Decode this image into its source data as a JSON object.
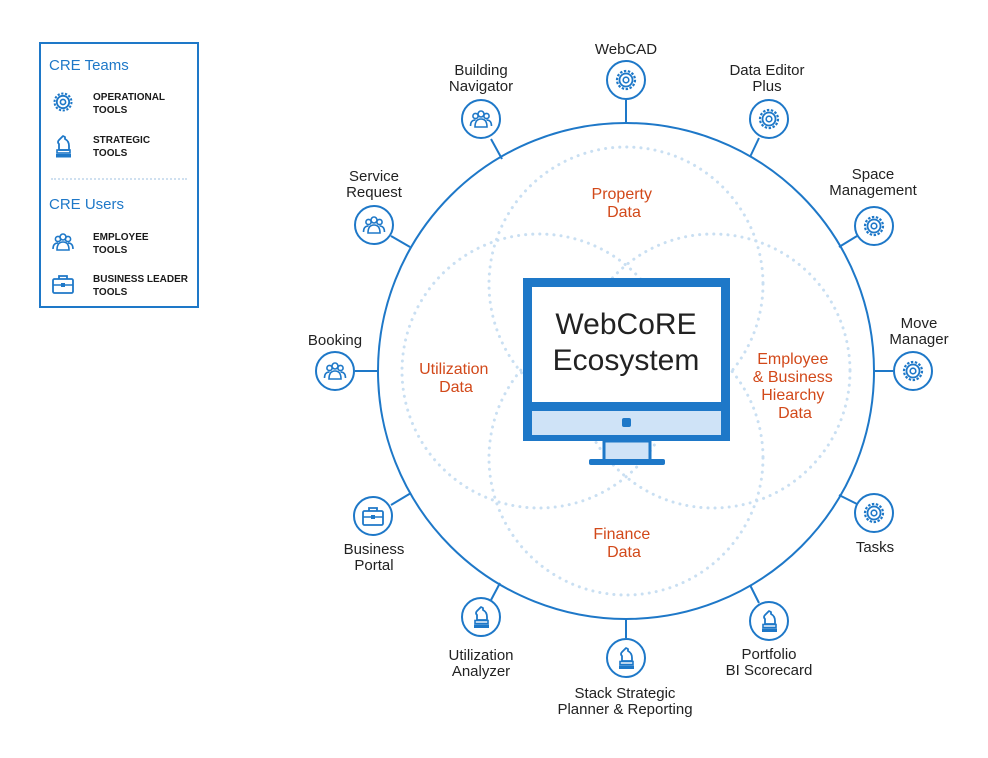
{
  "legend": {
    "teams_title": "CRE Teams",
    "operational_line1": "OPERATIONAL",
    "operational_line2": "TOOLS",
    "strategic_line1": "STRATEGIC",
    "strategic_line2": "TOOLS",
    "users_title": "CRE Users",
    "employee_line1": "EMPLOYEE",
    "employee_line2": "TOOLS",
    "business_line1": "BUSINESS LEADER",
    "business_line2": "TOOLS"
  },
  "center": {
    "line1": "WebCoRE",
    "line2": "Ecosystem"
  },
  "data_sets": {
    "property": [
      "Property",
      "Data"
    ],
    "utilization": [
      "Utilization",
      "Data"
    ],
    "employee": [
      "Employee",
      "& Business",
      "Hiearchy",
      "Data"
    ],
    "finance": [
      "Finance",
      "Data"
    ]
  },
  "nodes": {
    "webcad": [
      "WebCAD"
    ],
    "data_editor": [
      "Data Editor",
      "Plus"
    ],
    "space_management": [
      "Space",
      "Management"
    ],
    "move_manager": [
      "Move",
      "Manager"
    ],
    "tasks": [
      "Tasks"
    ],
    "portfolio": [
      "Portfolio",
      "BI Scorecard"
    ],
    "stack": [
      "Stack Strategic",
      "Planner & Reporting"
    ],
    "utilization_analyzer": [
      "Utilization",
      "Analyzer"
    ],
    "business_portal": [
      "Business",
      "Portal"
    ],
    "booking": [
      "Booking"
    ],
    "service_request": [
      "Service",
      "Request"
    ],
    "building_navigator": [
      "Building",
      "Navigator"
    ]
  },
  "node_icons": {
    "webcad": "gear-icon",
    "data_editor": "gear-icon",
    "space_management": "gear-icon",
    "move_manager": "gear-icon",
    "tasks": "gear-icon",
    "portfolio": "chess-knight-icon",
    "stack": "chess-knight-icon",
    "utilization_analyzer": "chess-knight-icon",
    "business_portal": "briefcase-icon",
    "booking": "people-icon",
    "service_request": "people-icon",
    "building_navigator": "people-icon"
  },
  "colors": {
    "accent": "#1e78c8",
    "data_label": "#d2491a",
    "screen_fill": "#cfe3f7",
    "dotted": "#c9dff2"
  }
}
